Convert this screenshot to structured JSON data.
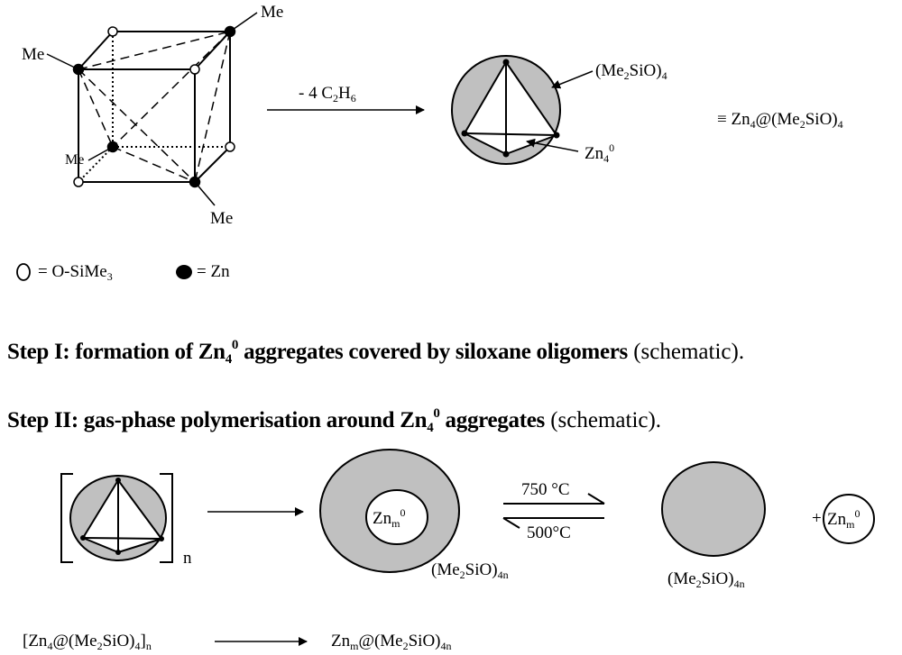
{
  "colors": {
    "shell_fill": "#c0c0c0",
    "line": "#000000",
    "background": "#ffffff"
  },
  "cube": {
    "me_labels": [
      "Me",
      "Me",
      "Me",
      "Me"
    ]
  },
  "step1_arrow": {
    "prefix": "- 4 C",
    "sub1": "2",
    "mid": "H",
    "sub2": "6"
  },
  "cluster_labels": {
    "siloxane": {
      "main": "(Me",
      "sub1": "2",
      "mid": "SiO)",
      "sub2": "4"
    },
    "zn4": {
      "main": "Zn",
      "sub": "4",
      "sup": "0"
    },
    "equivalence": {
      "prefix": "≡ Zn",
      "sub1": "4",
      "mid": "@(Me",
      "sub2": "2",
      "mid2": "SiO)",
      "sub3": "4"
    }
  },
  "legend": {
    "open_circle": {
      "icon": "open-circle-icon",
      "text": "= O-SiMe",
      "sub": "3"
    },
    "filled_circle": {
      "icon": "filled-circle-icon",
      "text": "= Zn"
    }
  },
  "step1": {
    "bold_a": "Step I: formation of Zn",
    "sub": "4",
    "sup": "0",
    "bold_b": " aggregates covered by siloxane oligomers",
    "normal": " (schematic)."
  },
  "step2": {
    "bold_a": "Step II: gas-phase polymerisation around Zn",
    "sub": "4",
    "sup": "0",
    "bold_b": " aggregates",
    "normal": " (schematic)."
  },
  "polymer": {
    "bracket_n": "n",
    "core": {
      "main": "Zn",
      "sub": "m",
      "sup": "0"
    },
    "shell_label": {
      "main": "(Me",
      "sub1": "2",
      "mid": "SiO)",
      "sub2": "4n"
    },
    "forward_temp": "750 °C",
    "reverse_temp": "500°C",
    "product_label": {
      "main": "(Me",
      "sub1": "2",
      "mid": "SiO)",
      "sub2": "4n"
    },
    "plus": "+",
    "free_zn": {
      "main": "Zn",
      "sub": "m",
      "sup": "0"
    }
  },
  "summary_equation": {
    "left": {
      "a": "[Zn",
      "s1": "4",
      "b": "@(Me",
      "s2": "2",
      "c": "SiO)",
      "s3": "4",
      "d": "]",
      "s4": "n"
    },
    "right": {
      "a": "Zn",
      "s1": "m",
      "b": "@(Me",
      "s2": "2",
      "c": "SiO)",
      "s3": "4n"
    }
  }
}
